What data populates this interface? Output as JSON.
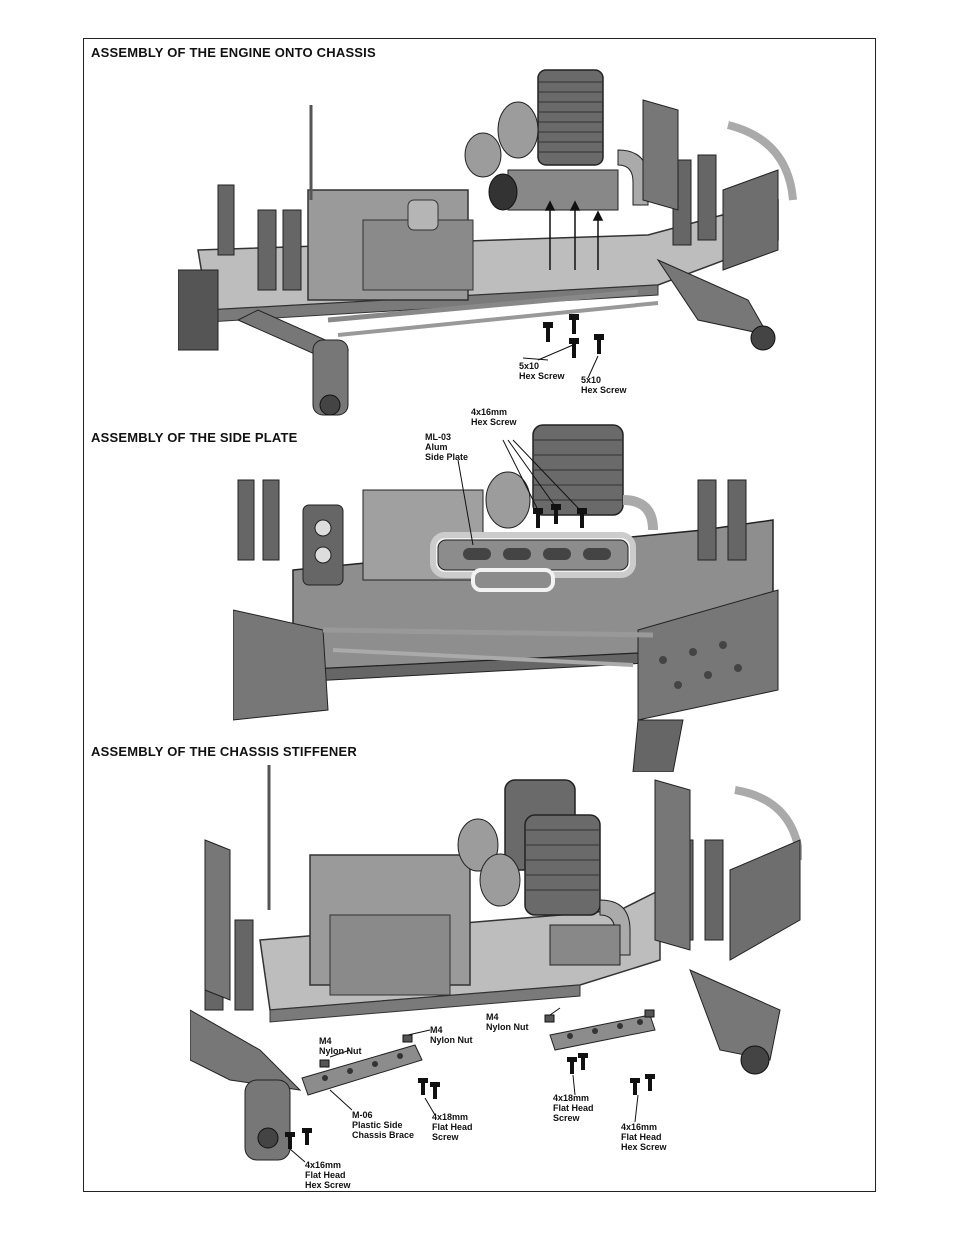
{
  "sections": [
    {
      "heading": "ASSEMBLY OF THE ENGINE ONTO CHASSIS",
      "callouts": [
        {
          "text": "5x10\nHex Screw"
        },
        {
          "text": "5x10\nHex Screw"
        }
      ]
    },
    {
      "heading": "ASSEMBLY OF THE SIDE PLATE",
      "callouts": [
        {
          "text": "4x16mm\nHex Screw"
        },
        {
          "text": "ML-03\nAlum\nSide Plate"
        }
      ]
    },
    {
      "heading": "ASSEMBLY OF THE CHASSIS STIFFENER",
      "callouts": [
        {
          "text": "M4\nNylon Nut"
        },
        {
          "text": "M4\nNylon Nut"
        },
        {
          "text": "M4\nNylon Nut"
        },
        {
          "text": "M-06\nPlastic Side\n Chassis Brace"
        },
        {
          "text": "4x18mm\nFlat Head\nScrew"
        },
        {
          "text": "4x18mm\nFlat Head\nScrew"
        },
        {
          "text": "4x16mm\nFlat Head\nHex Screw"
        },
        {
          "text": "4x16mm\nFlat Head\nHex Screw"
        }
      ]
    }
  ]
}
